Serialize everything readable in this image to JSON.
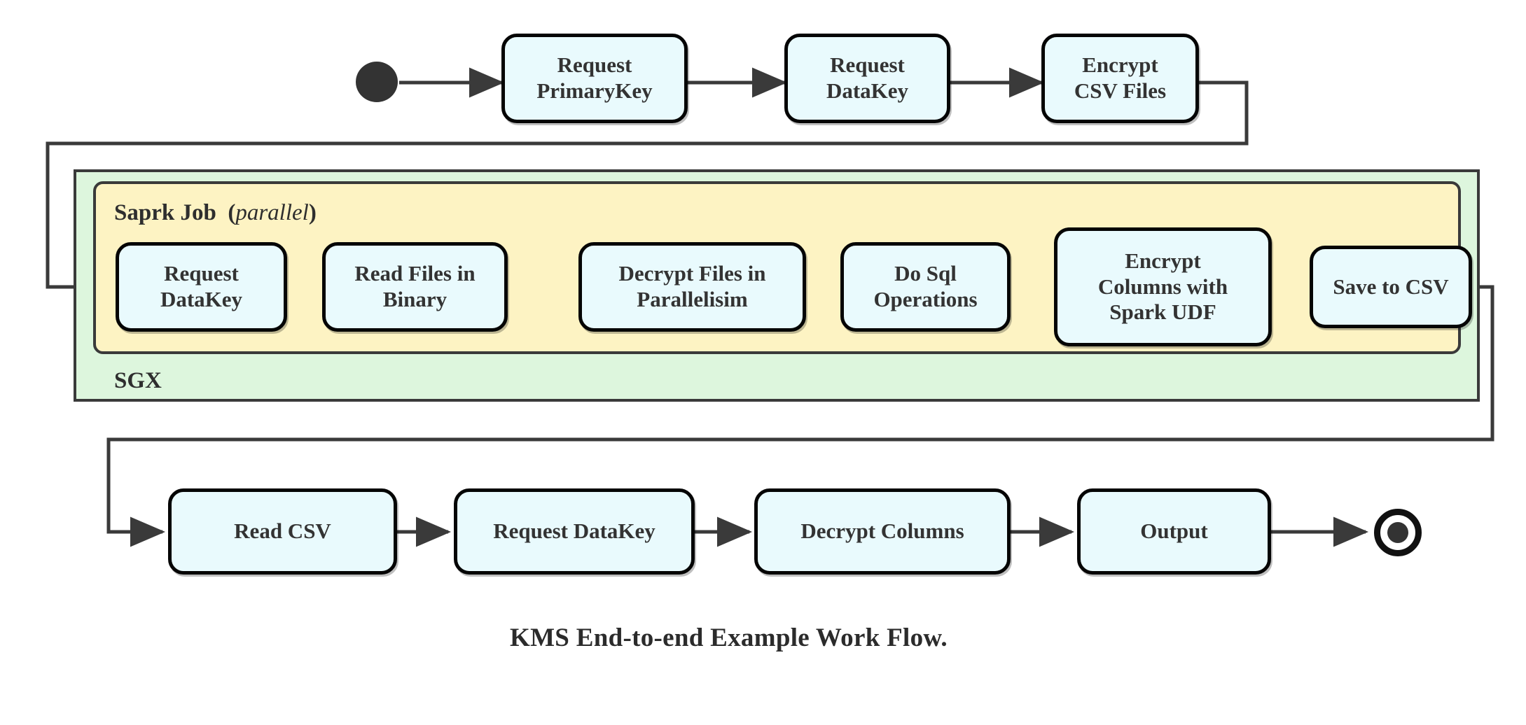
{
  "diagram": {
    "title": "KMS End-to-end Example Work Flow.",
    "colors": {
      "node_fill": "#e9fafd",
      "node_stroke": "#050505",
      "sgx_fill": "#ddf6dd",
      "spark_fill": "#fdf3c3",
      "edge_stroke": "#3a3a3a",
      "marker_fill": "#333333"
    },
    "markers": {
      "start": "start-node",
      "end": "end-node"
    },
    "containers": {
      "sgx": {
        "label": "SGX"
      },
      "spark": {
        "label": "Saprk Job",
        "qualifier": "(",
        "qualifier_italic": "parallel",
        "qualifier_close": ")"
      }
    },
    "rows": {
      "top": [
        {
          "id": "request-primarykey",
          "lines": [
            "Request",
            "PrimaryKey"
          ]
        },
        {
          "id": "request-datakey-top",
          "lines": [
            "Request",
            "DataKey"
          ]
        },
        {
          "id": "encrypt-csv-files",
          "lines": [
            "Encrypt",
            "CSV Files"
          ]
        }
      ],
      "spark": [
        {
          "id": "request-datakey-spark",
          "lines": [
            "Request",
            "DataKey"
          ]
        },
        {
          "id": "read-files-in-binary",
          "lines": [
            "Read Files in",
            "Binary"
          ]
        },
        {
          "id": "decrypt-files-in-parallelisim",
          "lines": [
            "Decrypt Files in",
            "Parallelisim"
          ]
        },
        {
          "id": "do-sql-operations",
          "lines": [
            "Do Sql",
            "Operations"
          ]
        },
        {
          "id": "encrypt-columns-with-spark-udf",
          "lines": [
            "Encrypt",
            "Columns with",
            "Spark UDF"
          ]
        },
        {
          "id": "save-to-csv",
          "lines": [
            "Save to CSV"
          ]
        }
      ],
      "bottom": [
        {
          "id": "read-csv",
          "lines": [
            "Read CSV"
          ]
        },
        {
          "id": "request-datakey-bottom",
          "lines": [
            "Request DataKey"
          ]
        },
        {
          "id": "decrypt-columns",
          "lines": [
            "Decrypt Columns"
          ]
        },
        {
          "id": "output",
          "lines": [
            "Output"
          ]
        }
      ]
    }
  }
}
